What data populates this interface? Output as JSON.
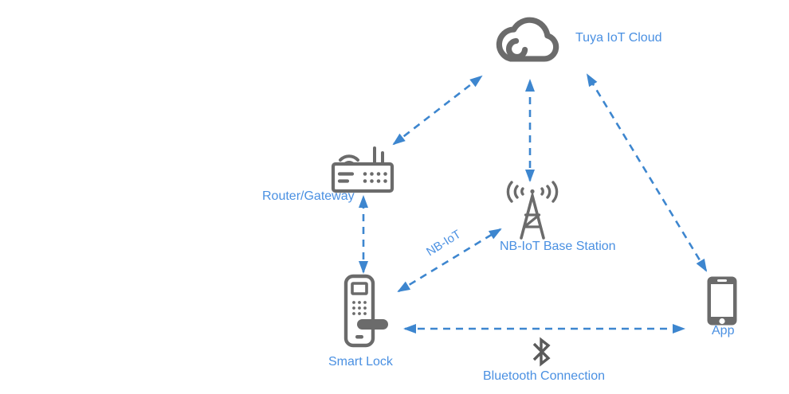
{
  "diagram": {
    "type": "network-architecture",
    "colors": {
      "arrow_blue": "#3d86cf",
      "label_blue": "#4a90e2",
      "icon_gray": "#6b6b6b",
      "background": "#ffffff"
    },
    "connection_style": "dashed-double-arrow",
    "nodes": {
      "tuya_cloud": {
        "label": "Tuya IoT Cloud",
        "icon": "cloud-icon"
      },
      "router": {
        "label": "Router/Gateway",
        "icon": "router-icon"
      },
      "base_station": {
        "label": "NB-IoT Base Station",
        "icon": "antenna-tower-icon"
      },
      "smart_lock": {
        "label": "Smart Lock",
        "icon": "smart-lock-icon"
      },
      "app": {
        "label": "App",
        "icon": "smartphone-icon"
      }
    },
    "edges": [
      {
        "from": "tuya_cloud",
        "to": "router",
        "bidirectional": true,
        "style": "dashed",
        "label": ""
      },
      {
        "from": "tuya_cloud",
        "to": "base_station",
        "bidirectional": true,
        "style": "dashed",
        "label": ""
      },
      {
        "from": "tuya_cloud",
        "to": "app",
        "bidirectional": true,
        "style": "dashed",
        "label": ""
      },
      {
        "from": "router",
        "to": "smart_lock",
        "bidirectional": true,
        "style": "dashed",
        "label": ""
      },
      {
        "from": "smart_lock",
        "to": "base_station",
        "bidirectional": true,
        "style": "dashed",
        "label": "NB-IoT"
      },
      {
        "from": "smart_lock",
        "to": "app",
        "bidirectional": true,
        "style": "dashed",
        "label": "Bluetooth Connection",
        "icon": "bluetooth-icon"
      }
    ]
  }
}
